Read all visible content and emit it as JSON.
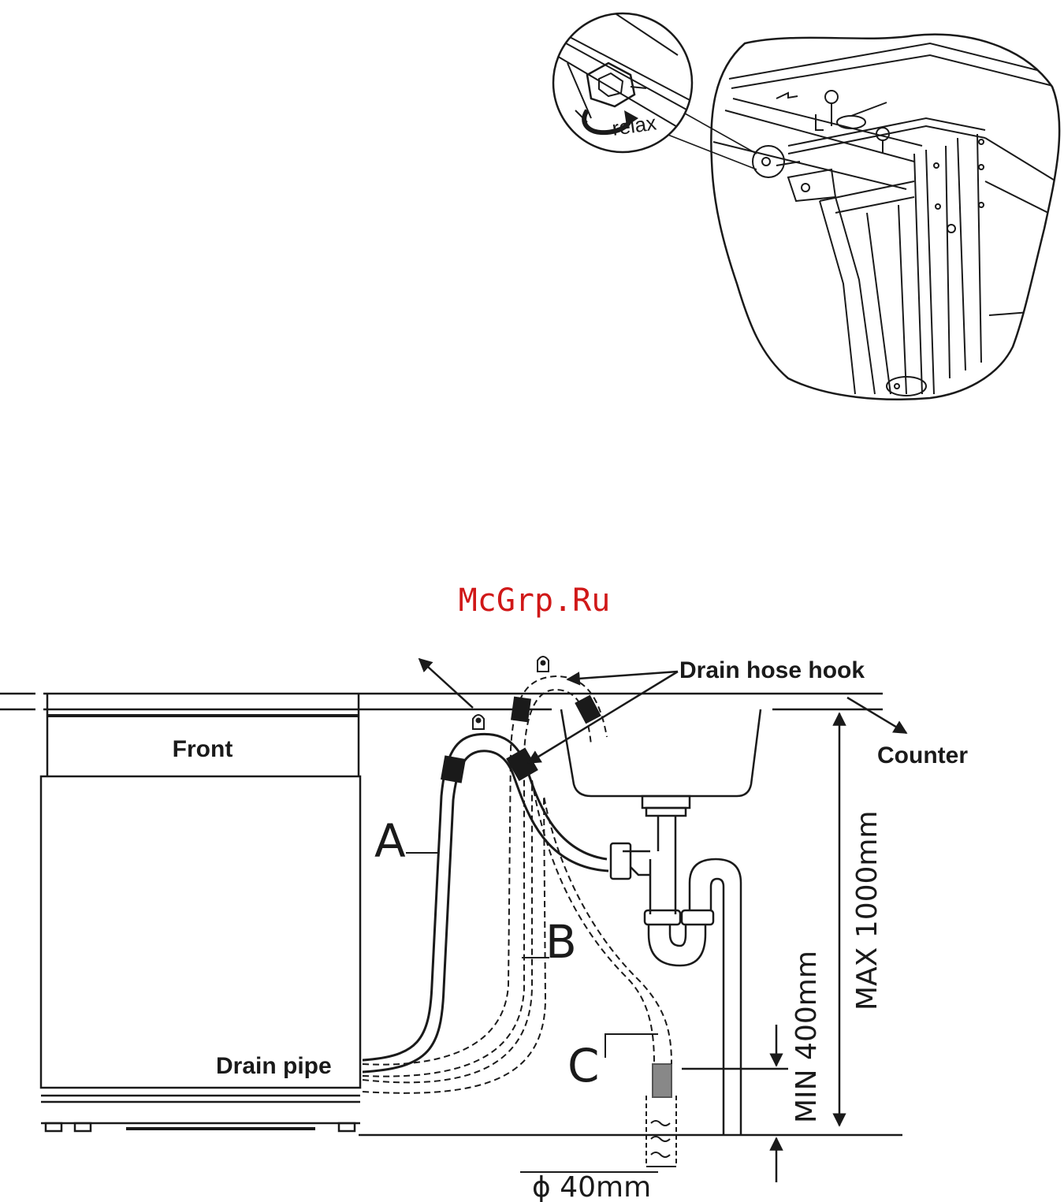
{
  "watermark": "McGrp.Ru",
  "detail": {
    "relax_label": "relax"
  },
  "labels": {
    "front": "Front",
    "drain_hose_hook": "Drain hose hook",
    "counter": "Counter",
    "drain_pipe": "Drain pipe",
    "hose_a": "A",
    "hose_b": "B",
    "hose_c": "C",
    "max_height": "MAX 1000mm",
    "min_height": "MIN 400mm",
    "diameter": "ϕ 40mm"
  },
  "colors": {
    "line": "#1a1a1a",
    "watermark": "#d01818"
  }
}
